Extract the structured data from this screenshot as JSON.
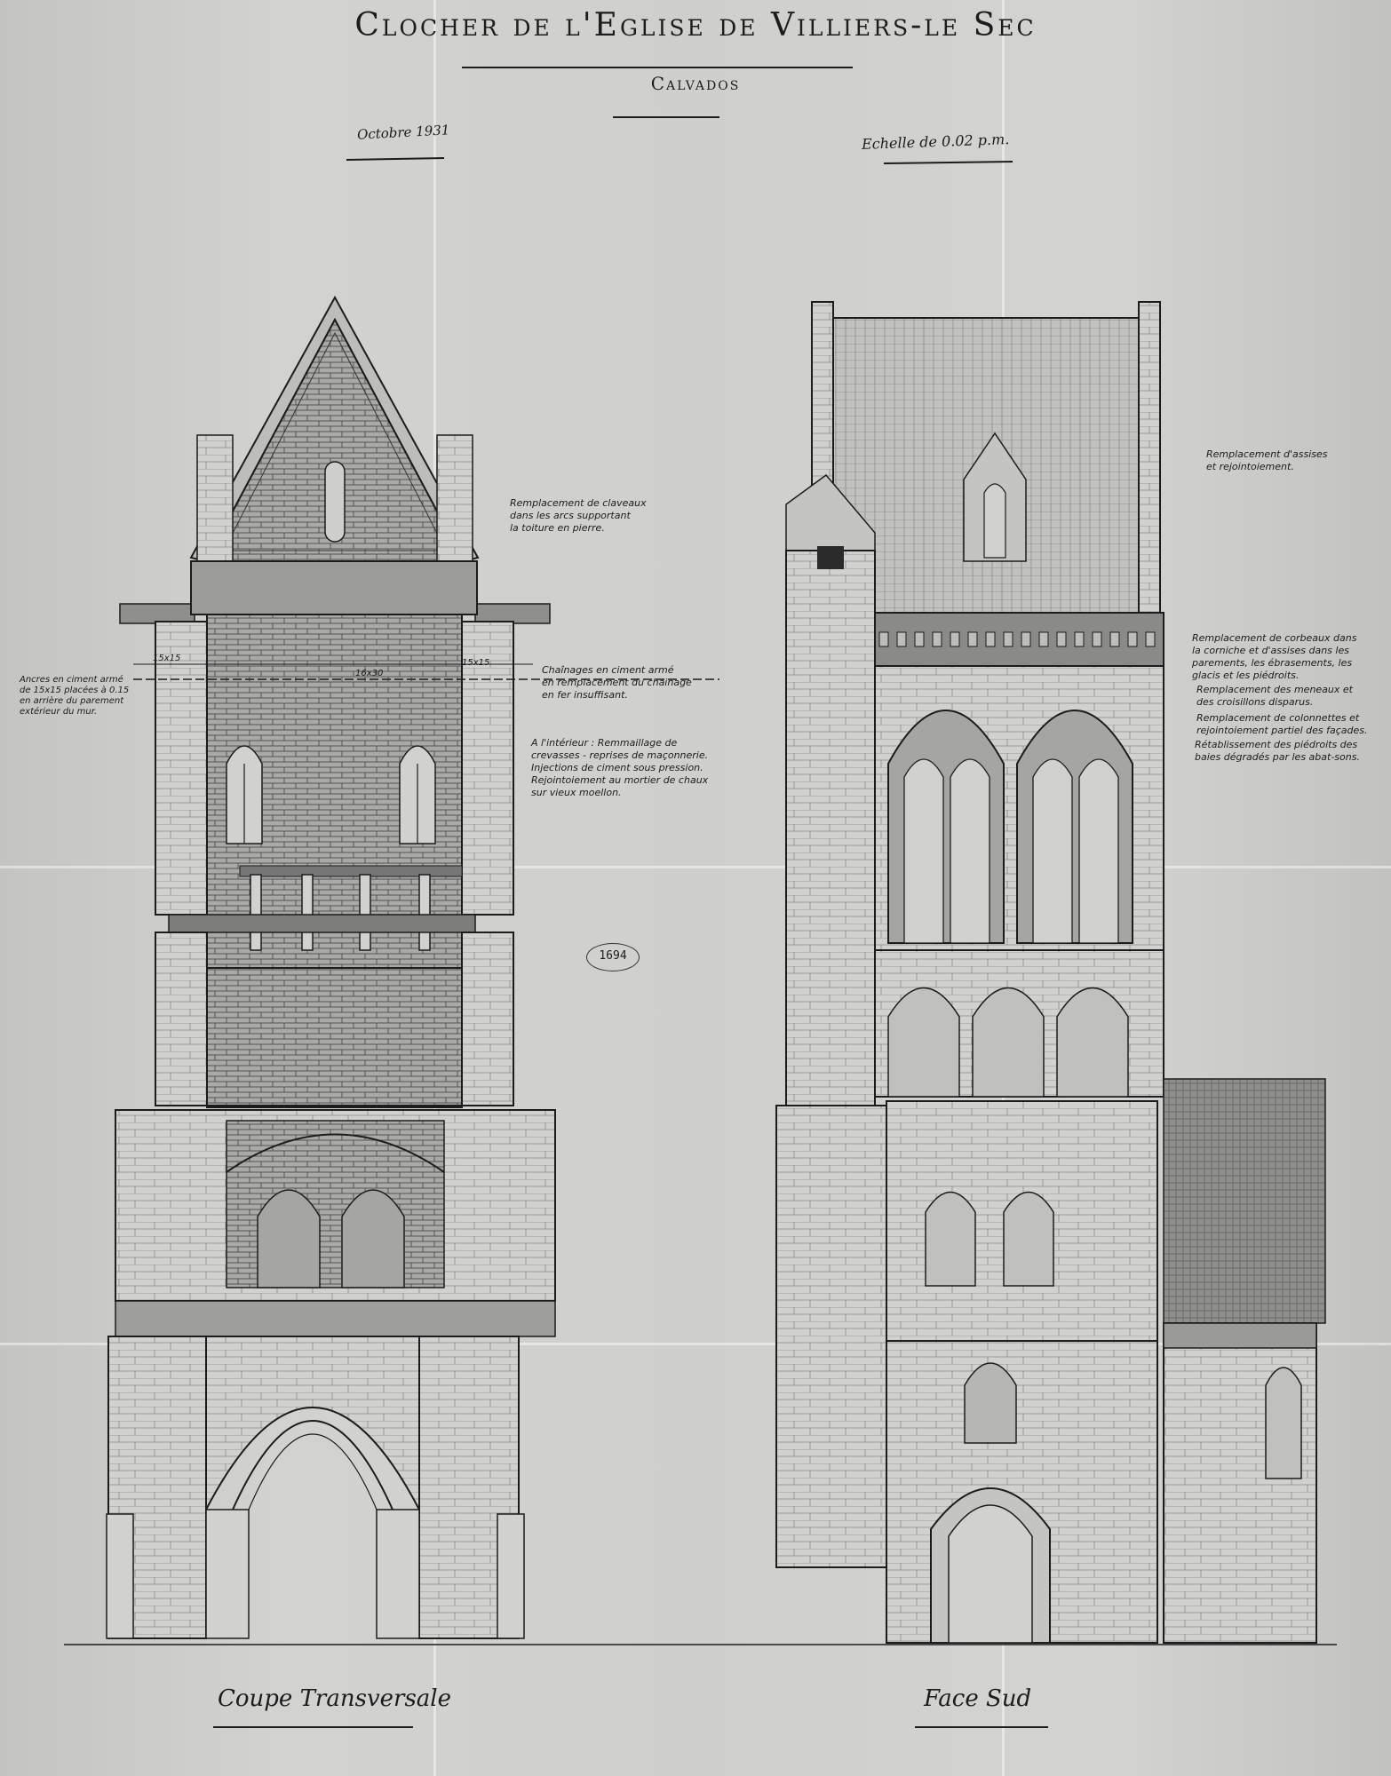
{
  "title": "Clocher de l'Eglise de Villiers-le Sec",
  "subtitle": "Calvados",
  "date": "Octobre 1931",
  "scale": "Echelle de 0.02 p.m.",
  "stamp": "1694",
  "captions": {
    "left": "Coupe Transversale",
    "right": "Face Sud"
  },
  "notes": {
    "claveaux": [
      "Remplacement de claveaux",
      "dans les arcs supportant",
      "la toiture en pierre."
    ],
    "chainages": [
      "Chaînages en ciment armé",
      "en remplacement du chainage",
      "en fer insuffisant."
    ],
    "ancres": [
      "Ancres en ciment armé",
      "de 15x15 placées à 0.15",
      "en arrière du parement",
      "extérieur du mur."
    ],
    "interieur": [
      "A l'intérieur : Remmaillage de",
      "crevasses - reprises de maçonnerie.",
      "Injections de ciment sous pression.",
      "Rejointoiement au mortier de chaux",
      "sur vieux moellon."
    ],
    "assises": [
      "Remplacement d'assises",
      "et rejointoiement."
    ],
    "corbeaux": [
      "Remplacement de corbeaux dans",
      "la corniche et d'assises dans les",
      "parements, les ébrasements, les",
      "glacis et les piédroits."
    ],
    "meneaux": [
      "Remplacement des meneaux et",
      "des croisillons disparus."
    ],
    "colonnettes": [
      "Remplacement de colonnettes et",
      "rejointoiement partiel des façades."
    ],
    "piedroits": [
      "Rétablissement des piédroits des",
      "baies dégradés par les abat-sons."
    ]
  },
  "dims": {
    "beam": "16x30",
    "section_left": "15x15",
    "section_right": "15x15"
  },
  "colors": {
    "paper": "#cfcfcd",
    "ink": "#1c1c1c",
    "hatch": "#6b6b6b"
  }
}
